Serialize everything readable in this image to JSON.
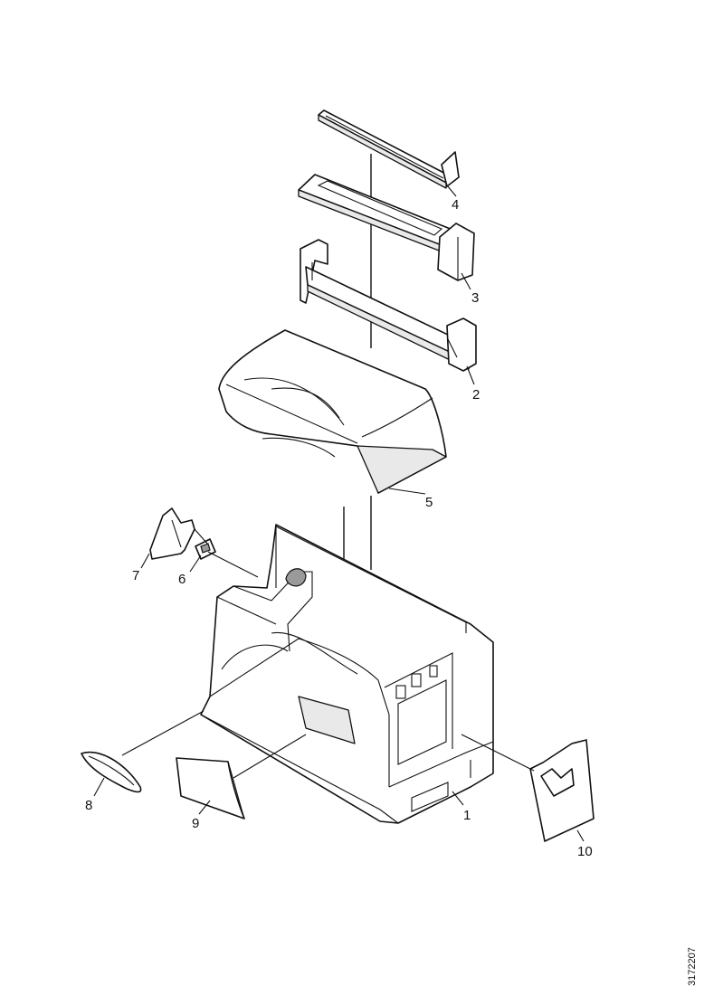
{
  "diagram": {
    "callouts": [
      {
        "id": "1",
        "label": "1"
      },
      {
        "id": "2",
        "label": "2"
      },
      {
        "id": "3",
        "label": "3"
      },
      {
        "id": "4",
        "label": "4"
      },
      {
        "id": "5",
        "label": "5"
      },
      {
        "id": "6",
        "label": "6"
      },
      {
        "id": "7",
        "label": "7"
      },
      {
        "id": "8",
        "label": "8"
      },
      {
        "id": "9",
        "label": "9"
      },
      {
        "id": "10",
        "label": "10"
      }
    ],
    "reference_code": "3172207"
  }
}
